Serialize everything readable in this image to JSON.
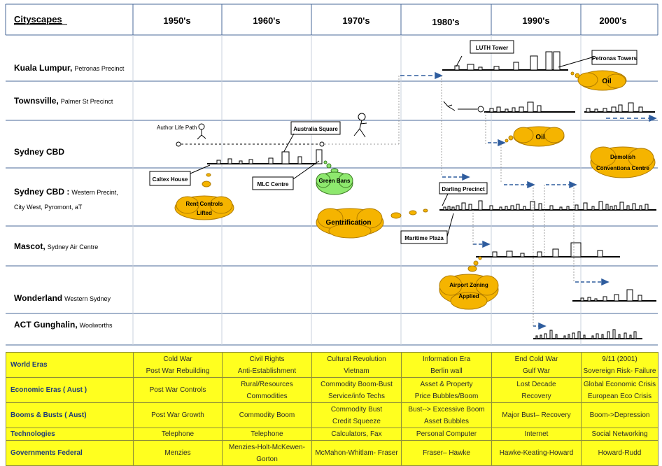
{
  "header": {
    "title": "Cityscapes",
    "decades": [
      "1950's",
      "1960's",
      "1970's",
      "1980's",
      "1990's",
      "2000's"
    ]
  },
  "rows": [
    {
      "name": "Kuala Lumpur,",
      "sub": "Petronas Precinct"
    },
    {
      "name": "Townsville,",
      "sub": "Palmer St Precinct"
    },
    {
      "name": "Sydney CBD",
      "sub": ""
    },
    {
      "name": "Sydney CBD :",
      "sub": "Western Precint,",
      "sub2": "City West, Pyromont, aT"
    },
    {
      "name": "Mascot,",
      "sub": "Sydney Air Centre"
    },
    {
      "name": "Wonderland",
      "sub": "Western Sydney"
    },
    {
      "name": "ACT Gunghalin,",
      "sub": "Woolworths"
    }
  ],
  "labels": {
    "luth_tower": "LUTH Tower",
    "petronas_towers": "Petronas Towers",
    "author_life_path": "Author Life Path",
    "australia_square": "Australia Square",
    "caltex_house": "Caltex House",
    "mlc_centre": "MLC Centre",
    "darling_precinct": "Darling Precinct",
    "maritime_plaza": "Maritime Plaza"
  },
  "clouds": {
    "oil_kl": "Oil",
    "oil_sydney": "Oil",
    "demolish_1": "Demolish",
    "demolish_2": "Conventiona Centre",
    "green_bans": "Green Bans",
    "rent_controls_1": "Rent Controls",
    "rent_controls_2": "Lifted",
    "gentrification": "Gentrification",
    "airport_1": "Airport Zoning",
    "airport_2": "Applied"
  },
  "colors": {
    "cloud_fill": "#f5b400",
    "cloud_stroke": "#b07c00",
    "green_fill": "#8ee86e",
    "arrow": "#2f5d9e",
    "table_fill": "#ffff1f",
    "table_head_text": "#1f3b7a",
    "grid_line": "#4a6a9a"
  },
  "table": [
    {
      "head": "World Eras",
      "cells": [
        [
          "Cold War",
          "Post War Rebuilding"
        ],
        [
          "Civil Rights",
          "Anti-Establishment"
        ],
        [
          "Cultural Revolution",
          "Vietnam"
        ],
        [
          "Information Era",
          "Berlin wall"
        ],
        [
          "End Cold War",
          "Gulf War"
        ],
        [
          "9/11 (2001)",
          "Sovereign Risk- Failure"
        ]
      ]
    },
    {
      "head": "Economic Eras ( Aust )",
      "cells": [
        [
          "Post War Controls"
        ],
        [
          "Rural/Resources",
          "Commodities"
        ],
        [
          "Commodity Boom-Bust",
          "Service/info Techs"
        ],
        [
          "Asset & Property",
          "Price Bubbles/Boom"
        ],
        [
          "Lost Decade",
          "Recovery"
        ],
        [
          "Global Economic Crisis",
          "European Eco Crisis"
        ]
      ]
    },
    {
      "head": "Booms & Busts ( Aust)",
      "cells": [
        [
          "Post War Growth",
          ""
        ],
        [
          "Commodity Boom"
        ],
        [
          "Commodity Bust",
          "Credit Squeeze"
        ],
        [
          "Bust--> Excessive Boom",
          "Asset Bubbles"
        ],
        [
          "Major Bust– Recovery"
        ],
        [
          "Boom->Depression"
        ]
      ]
    },
    {
      "head": "Technologies",
      "cells": [
        [
          "Telephone"
        ],
        [
          "Telephone"
        ],
        [
          "Calculators, Fax"
        ],
        [
          "Personal Computer"
        ],
        [
          "Internet"
        ],
        [
          "Social Networking"
        ]
      ]
    },
    {
      "head": "Governments Federal",
      "cells": [
        [
          "Menzies"
        ],
        [
          "Menzies-Holt-McKewen-",
          "Gorton"
        ],
        [
          "McMahon-Whitlam- Fraser",
          ""
        ],
        [
          "Fraser– Hawke"
        ],
        [
          "Hawke-Keating-Howard"
        ],
        [
          "Howard-Rudd"
        ]
      ]
    }
  ]
}
